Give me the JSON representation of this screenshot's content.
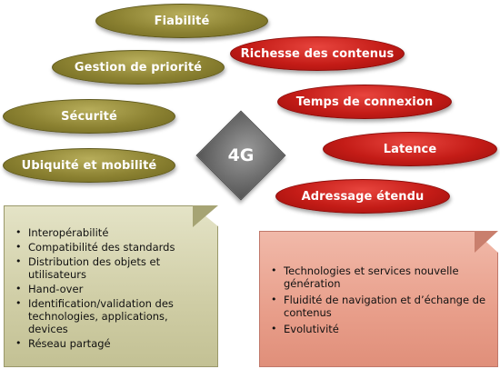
{
  "center": {
    "label": "4G"
  },
  "left_ellipses": [
    {
      "label": "Fiabilité"
    },
    {
      "label": "Gestion de priorité"
    },
    {
      "label": "Sécurité"
    },
    {
      "label": "Ubiquité et mobilité"
    }
  ],
  "right_ellipses": [
    {
      "label": "Richesse des contenus"
    },
    {
      "label": "Temps de connexion"
    },
    {
      "label": "Latence"
    },
    {
      "label": "Adressage étendu"
    }
  ],
  "left_note": {
    "items": [
      "Interopérabilité",
      "Compatibilité des standards",
      "Distribution des objets et utilisateurs",
      "Hand-over",
      "Identification/validation des technologies, applications, devices",
      "Réseau partagé"
    ]
  },
  "right_note": {
    "items": [
      "Technologies et services nouvelle génération",
      "Fluidité de navigation et d’échange de contenus",
      "Evolutivité"
    ]
  },
  "colors": {
    "olive": "#8c8232",
    "red": "#c41c17",
    "diamond": "#707070",
    "left_note": "#cfcda5",
    "right_note": "#e89e8a"
  }
}
